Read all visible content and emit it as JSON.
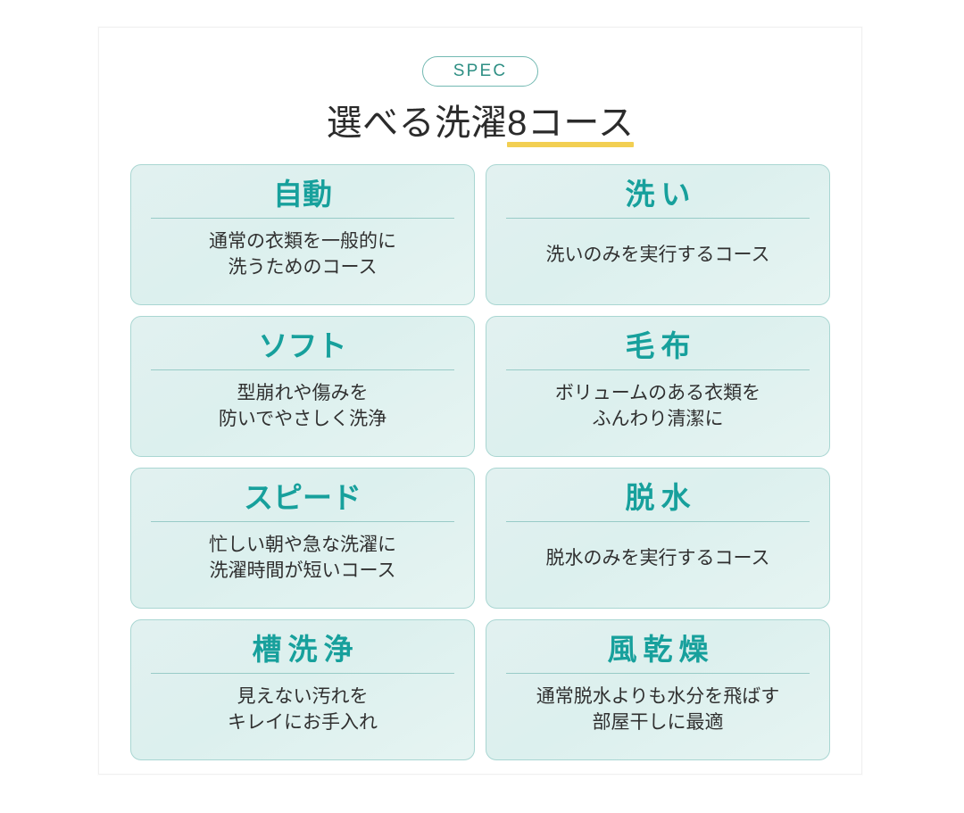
{
  "header": {
    "badge": "SPEC",
    "title_plain": "選べる洗濯",
    "title_marked": "8コース",
    "title_full": "選べる洗濯8コース"
  },
  "colors": {
    "accent_teal": "#17a09c",
    "badge_teal": "#2e8f84",
    "card_bg": "#e0f1ef",
    "card_border": "#a9d6d2",
    "underline_yellow": "#f2cf52",
    "body_text": "#303030",
    "panel_bg": "#ffffff"
  },
  "courses": [
    {
      "name": "自動",
      "spaced": false,
      "desc_lines": [
        "通常の衣類を一般的に",
        "洗うためのコース"
      ]
    },
    {
      "name": "洗い",
      "spaced": true,
      "desc_lines": [
        "洗いのみを実行するコース"
      ]
    },
    {
      "name": "ソフト",
      "spaced": false,
      "desc_lines": [
        "型崩れや傷みを",
        "防いでやさしく洗浄"
      ]
    },
    {
      "name": "毛布",
      "spaced": true,
      "desc_lines": [
        "ボリュームのある衣類を",
        "ふんわり清潔に"
      ]
    },
    {
      "name": "スピード",
      "spaced": false,
      "desc_lines": [
        "忙しい朝や急な洗濯に",
        "洗濯時間が短いコース"
      ]
    },
    {
      "name": "脱水",
      "spaced": true,
      "desc_lines": [
        "脱水のみを実行するコース"
      ]
    },
    {
      "name": "槽洗浄",
      "spaced": true,
      "desc_lines": [
        "見えない汚れを",
        "キレイにお手入れ"
      ]
    },
    {
      "name": "風乾燥",
      "spaced": true,
      "desc_lines": [
        "通常脱水よりも水分を飛ばす",
        "部屋干しに最適"
      ]
    }
  ]
}
